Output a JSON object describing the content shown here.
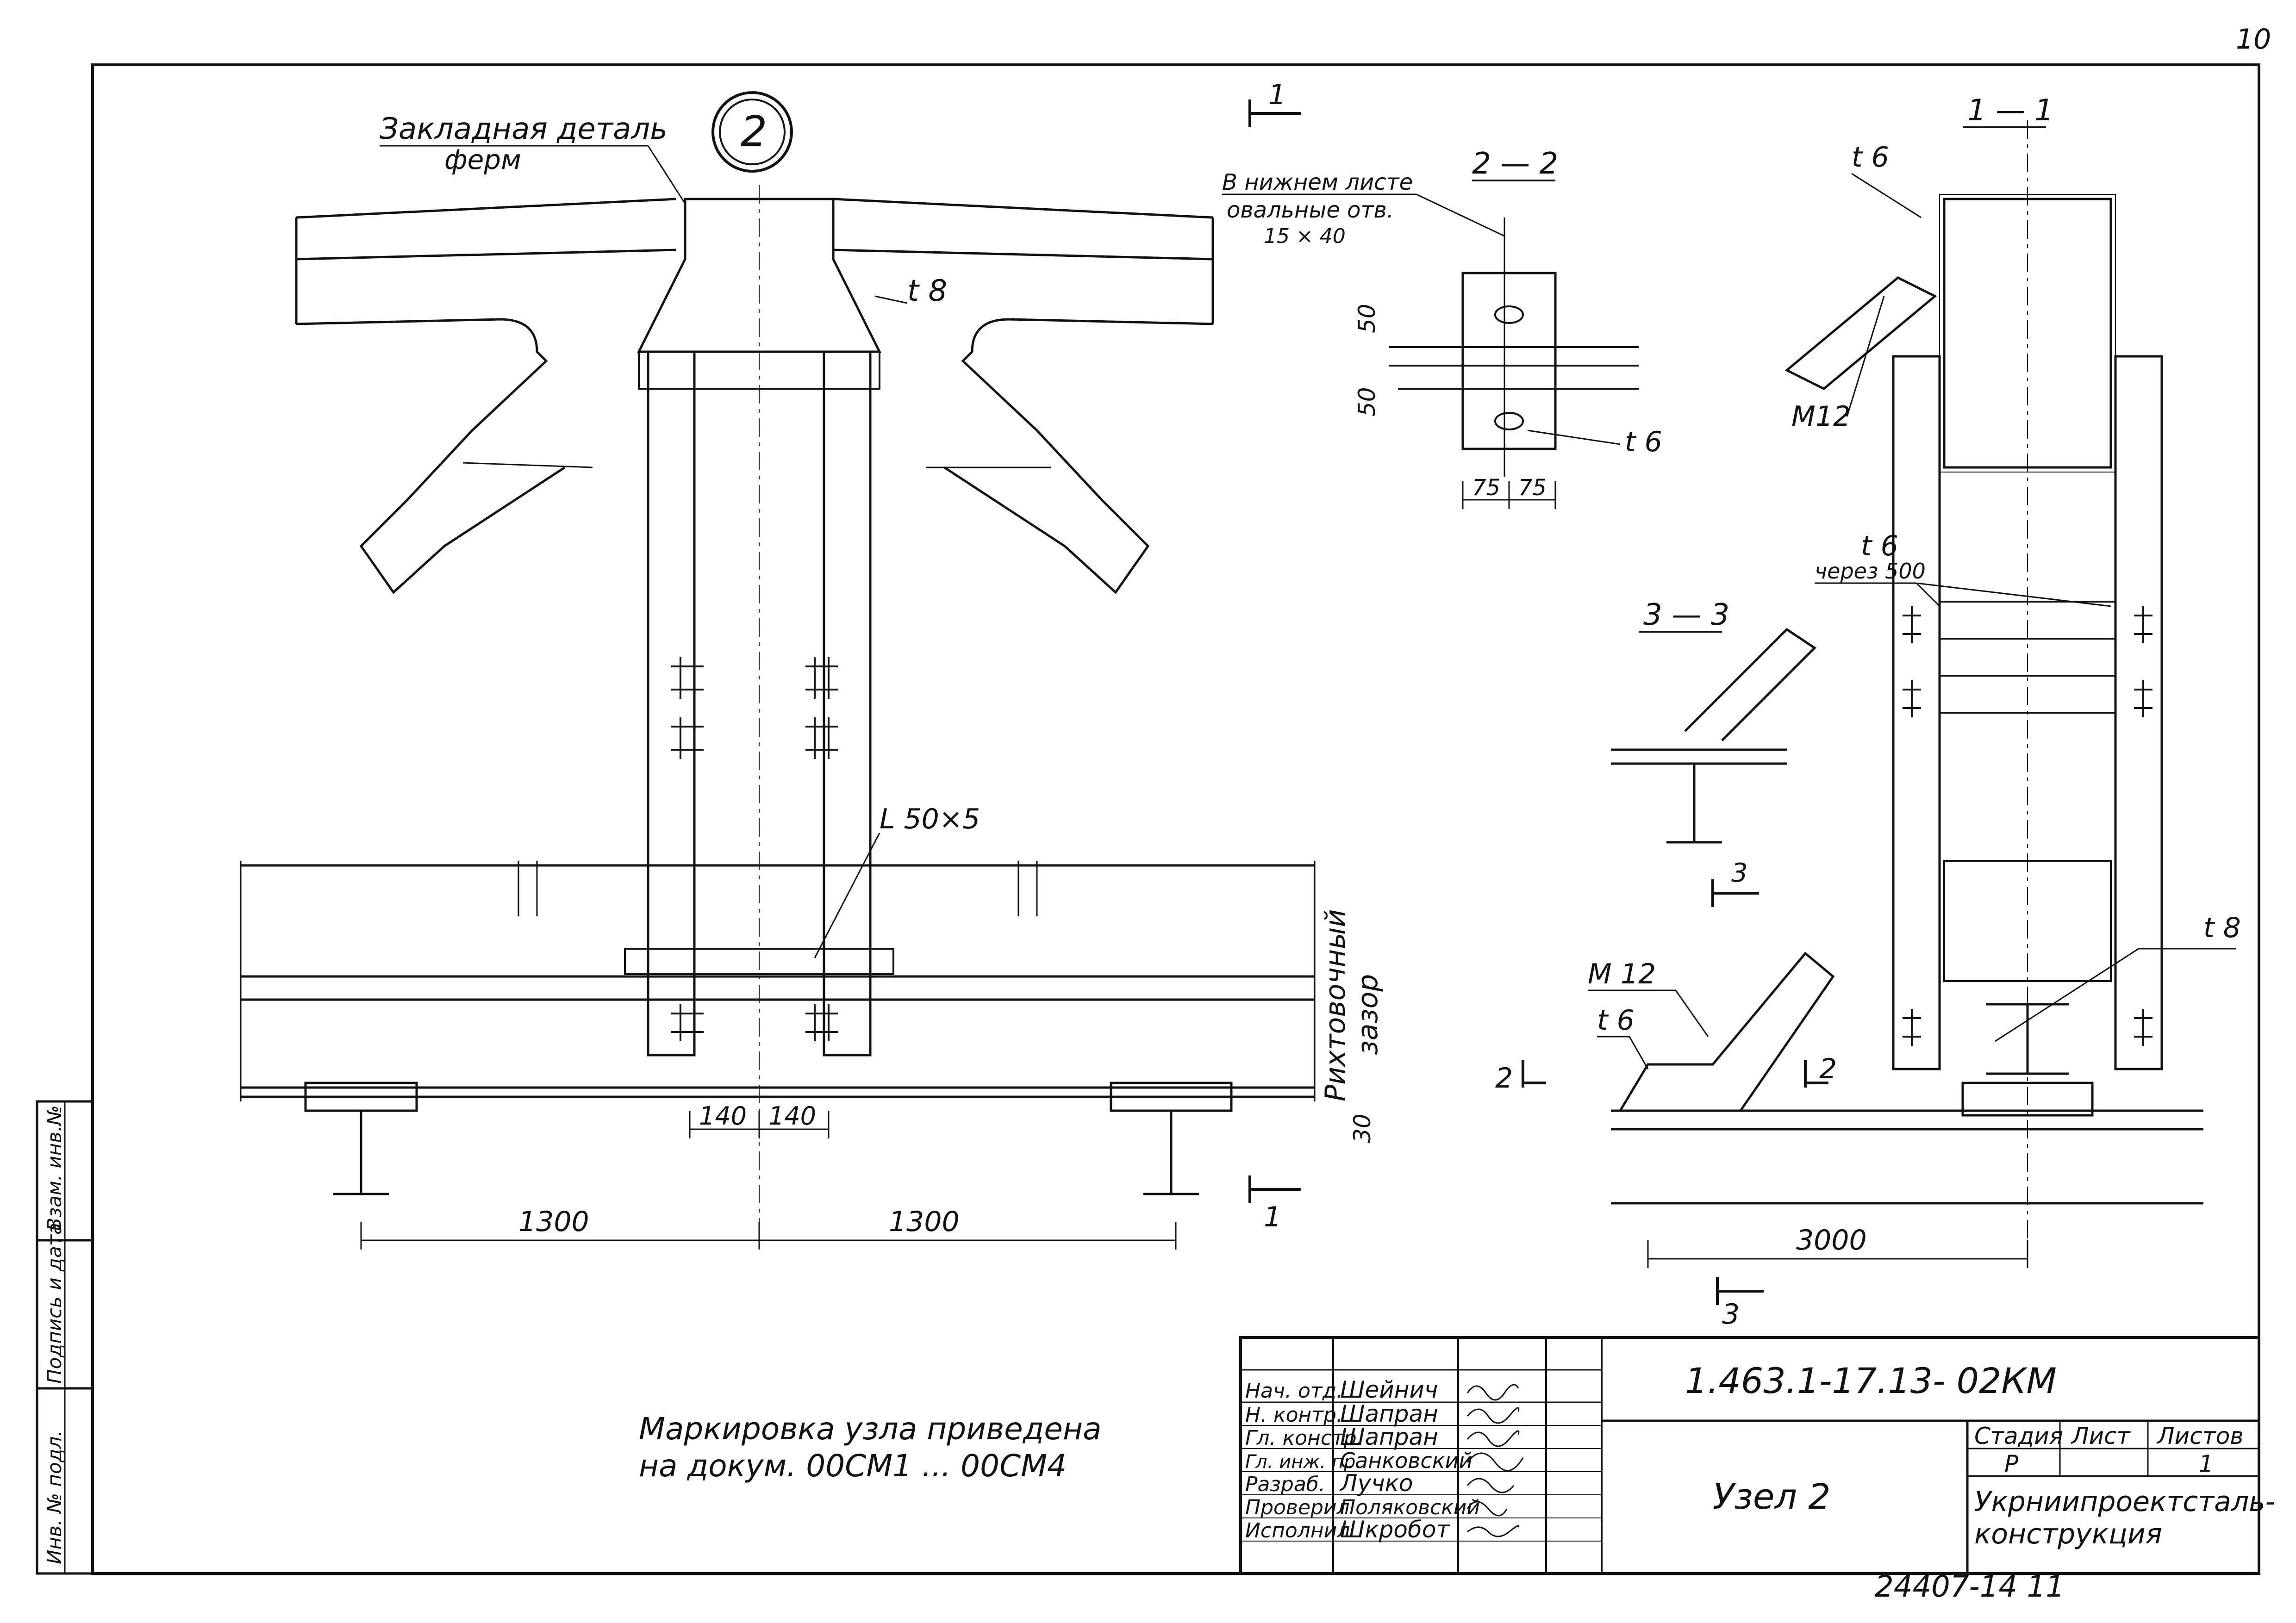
{
  "sheet_number_corner": "10",
  "node_marker": "2",
  "main_view": {
    "embedded_part_label_1": "Закладная деталь",
    "embedded_part_label_2": "ферм",
    "plate_t8": "t 8",
    "angle_label": "L 50×5",
    "gap_label_1": "Рихтовочный",
    "gap_label_2": "зазор",
    "dim_30": "30",
    "dim_140_left": "140",
    "dim_140_right": "140",
    "dim_1300_left": "1300",
    "dim_1300_right": "1300",
    "cut_1_top": "1",
    "cut_1_bottom": "1"
  },
  "section_2_2": {
    "title": "2 — 2",
    "note_1": "В нижнем листе",
    "note_2": "овальные отв.",
    "note_3": "15 × 40",
    "dim_50_top": "50",
    "dim_50_bottom": "50",
    "plate_t6": "t 6",
    "dim_75_left": "75",
    "dim_75_right": "75"
  },
  "section_1_1": {
    "title": "1 — 1",
    "plate_t6_top": "t 6",
    "bolt_m12": "M12",
    "plate_t6_mid": "t 6",
    "through_500": "через 500",
    "plate_t8": "t 8"
  },
  "section_3_3": {
    "title": "3 — 3",
    "cut_3_mark": "3",
    "bolt_m12": "M 12",
    "plate_t6": "t 6",
    "cut_2_left": "2",
    "cut_2_right": "2",
    "dim_3000": "3000",
    "cut_3_bottom": "3"
  },
  "note": {
    "line_1": "Маркировка узла приведена",
    "line_2": "на докум. 00СМ1 ... 00СМ4"
  },
  "side_stamp": {
    "col_1": "Инв. № подл.",
    "col_2": "Подпись и дата",
    "col_3": "Взам. инв.№"
  },
  "title_block": {
    "doc_code": "1.463.1-17.13- 02КМ",
    "sheet_title": "Узел 2",
    "stage_header": "Стадия",
    "sheet_header": "Лист",
    "sheets_header": "Листов",
    "stage_value": "Р",
    "sheets_value": "1",
    "organization_1": "Укрниипроектсталь-",
    "organization_2": "конструкция",
    "roles": [
      {
        "role": "Нач. отд.",
        "name": "Шейнич"
      },
      {
        "role": "Н. контр.",
        "name": "Шапран"
      },
      {
        "role": "Гл. констр.",
        "name": "Шапран"
      },
      {
        "role": "Гл. инж. пр.",
        "name": "Санковский"
      },
      {
        "role": "Разраб.",
        "name": "Лучко"
      },
      {
        "role": "Проверил",
        "name": "Поляковский"
      },
      {
        "role": "Исполнил",
        "name": "Шкробот"
      }
    ]
  },
  "bottom_code": "24407-14   11"
}
